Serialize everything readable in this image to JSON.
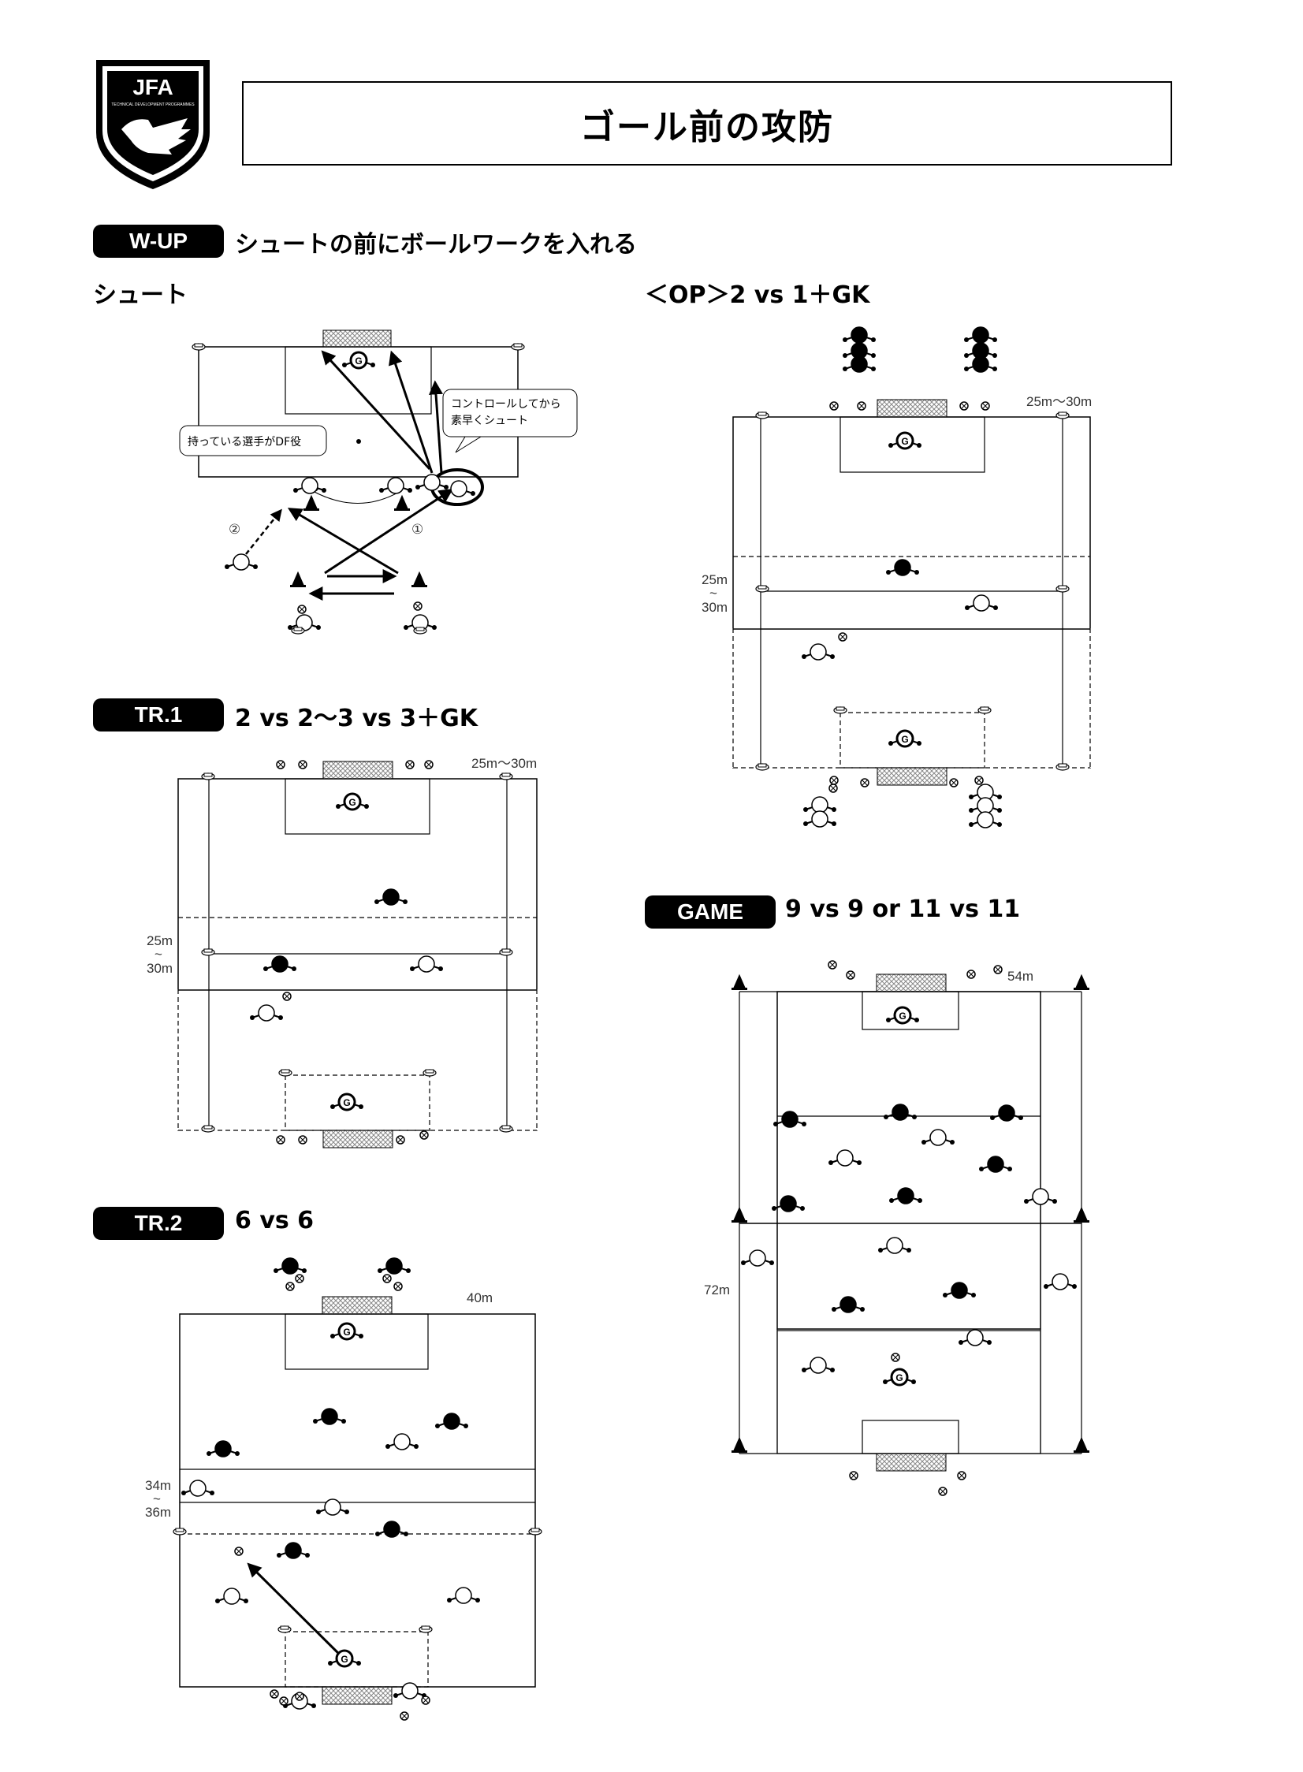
{
  "logo": {
    "text": "JFA",
    "subtext": "TECHNICAL DEVELOPMENT PROGRAMMES"
  },
  "title": "ゴール前の攻防",
  "sections": {
    "wup": {
      "tag": "W-UP",
      "text": "シュートの前にボールワークを入れる"
    },
    "shoot": {
      "title": "シュート"
    },
    "op": {
      "title": "＜OP＞2 vs 1＋GK"
    },
    "tr1": {
      "tag": "TR.1",
      "text": "2 vs 2～3 vs 3＋GK"
    },
    "tr2": {
      "tag": "TR.2",
      "text": "6 vs 6"
    },
    "game": {
      "tag": "GAME",
      "text": "9 vs 9 or 11 vs 11"
    }
  },
  "diagrams": {
    "shoot": {
      "bubble_left": "持っている選手がDF役",
      "bubble_right_1": "コントロールしてから",
      "bubble_right_2": "素早くシュート",
      "num1": "①",
      "num2": "②",
      "gk_mark": "G"
    },
    "op": {
      "width": "25m～30m",
      "depth_1": "25m",
      "depth_2": "30m",
      "gk_mark": "G"
    },
    "tr1": {
      "width": "25m～30m",
      "depth_1": "25m",
      "depth_2": "30m",
      "gk_mark": "G"
    },
    "tr2": {
      "width": "40m",
      "depth_1": "34m",
      "depth_2": "36m",
      "gk_mark": "G"
    },
    "game": {
      "width": "54m",
      "length": "72m",
      "gk_mark": "G"
    }
  },
  "colors": {
    "ink": "#000000",
    "white": "#ffffff",
    "net": "#999999"
  }
}
